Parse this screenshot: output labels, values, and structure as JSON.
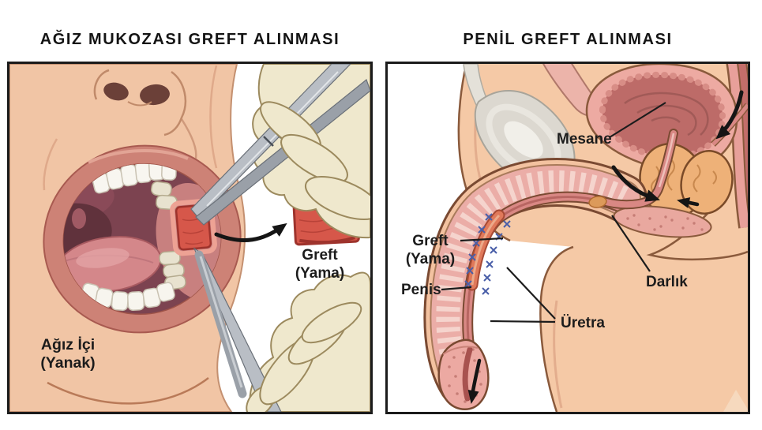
{
  "page": {
    "background": "#ffffff",
    "panel_border_color": "#1b1b1b"
  },
  "panels": {
    "oral": {
      "title": "AĞIZ MUKOZASI GREFT ALINMASI",
      "labels": {
        "graft_line1": "Greft",
        "graft_line2": "(Yama)",
        "cheek_line1": "Ağız İçi",
        "cheek_line2": "(Yanak)"
      }
    },
    "penile": {
      "title": "PENİL GREFT ALINMASI",
      "labels": {
        "bladder": "Mesane",
        "graft_line1": "Greft",
        "graft_line2": "(Yama)",
        "penis": "Penis",
        "stricture": "Darlık",
        "urethra": "Üretra"
      }
    }
  },
  "colors": {
    "skin": "#f1c5a5",
    "dark_outline": "#8a5a3c",
    "graft_red": "#d6574a",
    "graft_red_border": "#9e332c",
    "glove_cream": "#efe8cd",
    "tweezer_gray": "#aab0b8",
    "bladder_wall_pink": "#edaaa2",
    "bladder_interior": "#bd6b68",
    "prostate_tan": "#eeb178",
    "pubic_bone_gray": "#dcd8d0",
    "suture_blue": "#4a5fa8",
    "label_text": "#1c1c1c",
    "arrow_black": "#151515"
  }
}
